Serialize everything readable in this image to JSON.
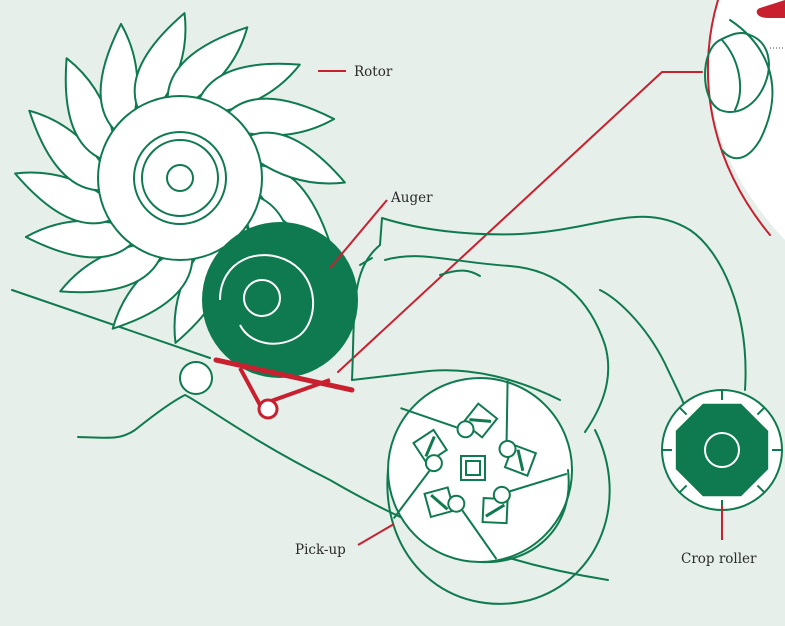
{
  "colors": {
    "background": "#e6efea",
    "green": "#0f7a4f",
    "red": "#c8202f",
    "white": "#ffffff"
  },
  "labels": {
    "rotor": "Rotor",
    "auger": "Auger",
    "pickup": "Pick-up",
    "crop_roller": "Crop roller"
  }
}
